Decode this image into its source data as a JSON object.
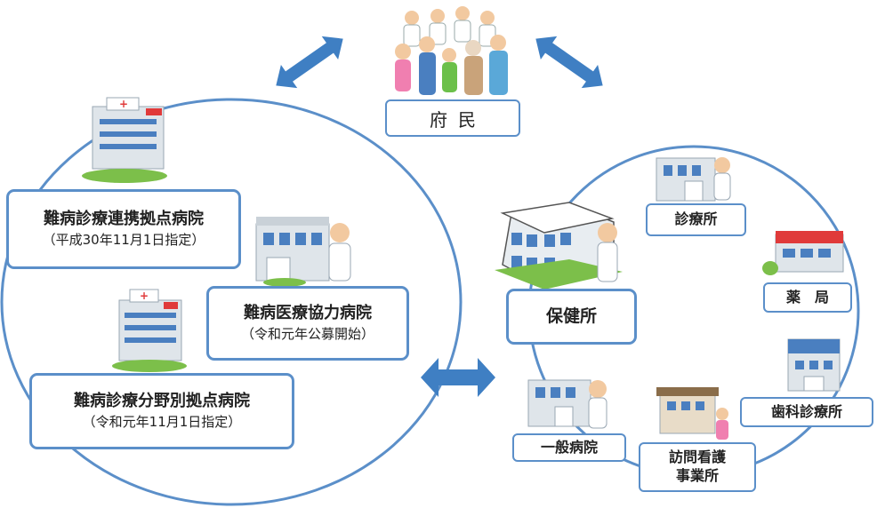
{
  "colors": {
    "circle": "#5b8fc9",
    "arrow": "#3f7fc3",
    "box_border": "#5b8fc9",
    "building": "#dfe5ea",
    "window": "#4a7fc0",
    "red_cross": "#e03a3a",
    "grass": "#7cbf4a"
  },
  "citizens": {
    "label": "府民"
  },
  "icons": {
    "citizens": "group-of-people-icon",
    "hospital": "hospital-building-icon",
    "clinic": "clinic-with-doctor-icon",
    "health_center": "health-center-building-icon",
    "pharmacy": "pharmacy-building-icon",
    "dental": "dental-clinic-icon",
    "nursing": "nursing-station-icon"
  },
  "hospitals": {
    "base": {
      "title": "難病診療連携拠点病院",
      "note": "（平成30年11月1日指定）"
    },
    "cooperating": {
      "title": "難病医療協力病院",
      "note": "（令和元年公募開始）"
    },
    "specialty": {
      "title": "難病診療分野別拠点病院",
      "note": "（令和元年11月1日指定）"
    }
  },
  "community": {
    "health_center": "保健所",
    "clinic": "診療所",
    "pharmacy": "薬　局",
    "dental": "歯科診療所",
    "general_hospital": "一般病院",
    "nursing": [
      "訪問看護",
      "事業所"
    ]
  }
}
